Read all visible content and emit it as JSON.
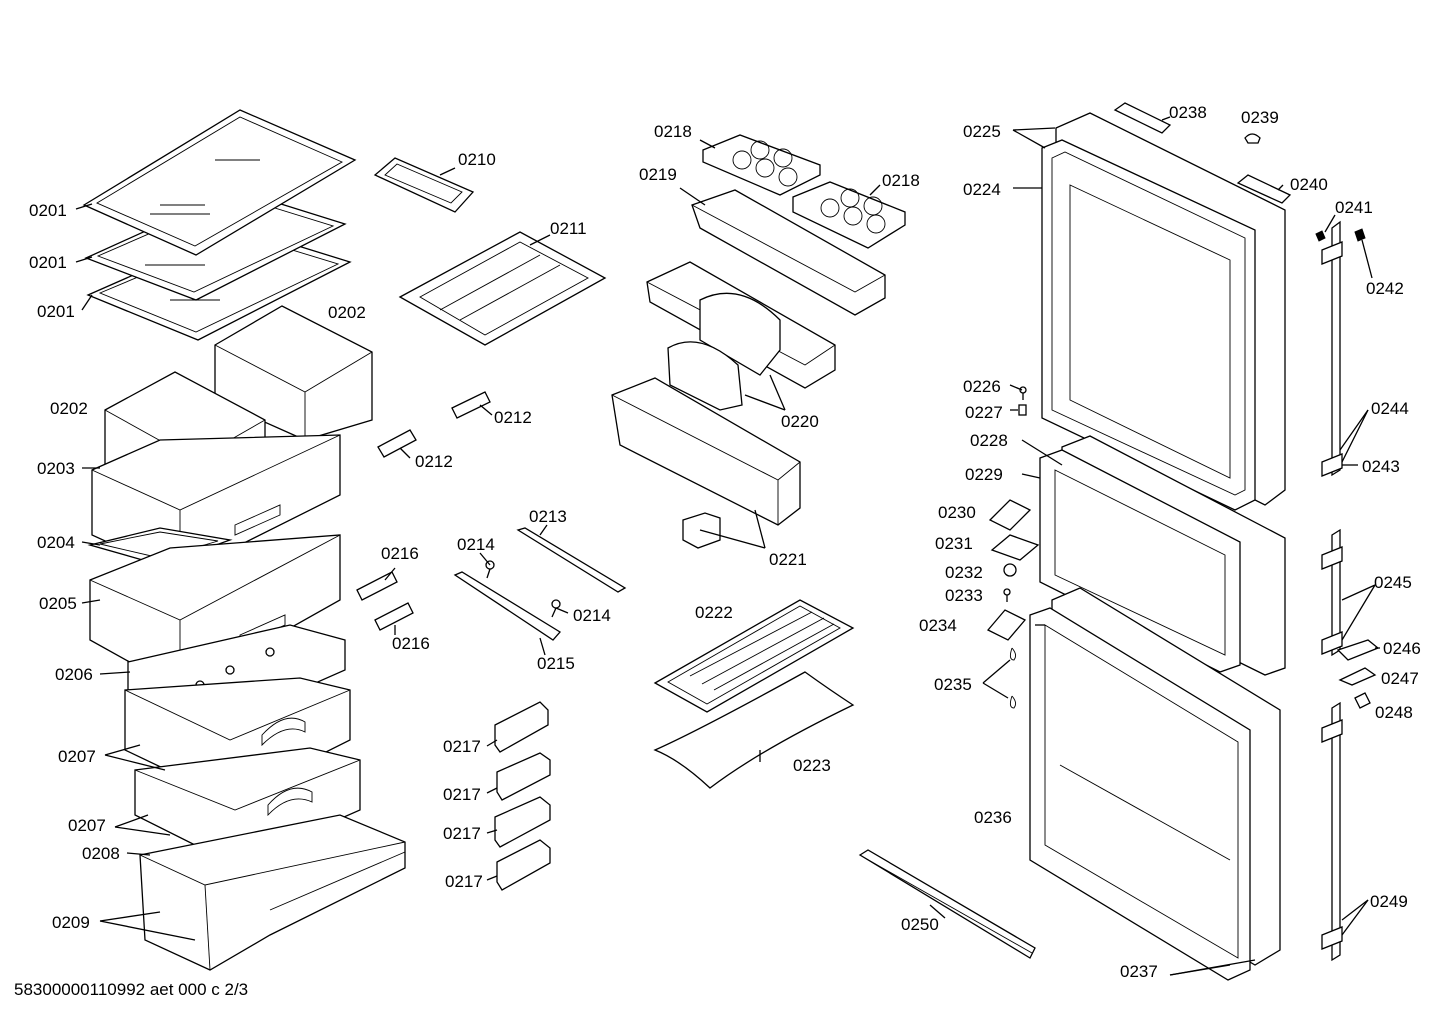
{
  "labels": [
    {
      "id": "l0201a",
      "text": "0201"
    },
    {
      "id": "l0201b",
      "text": "0201"
    },
    {
      "id": "l0201c",
      "text": "0201"
    },
    {
      "id": "l0202a",
      "text": "0202"
    },
    {
      "id": "l0202b",
      "text": "0202"
    },
    {
      "id": "l0203",
      "text": "0203"
    },
    {
      "id": "l0204",
      "text": "0204"
    },
    {
      "id": "l0205",
      "text": "0205"
    },
    {
      "id": "l0206",
      "text": "0206"
    },
    {
      "id": "l0207a",
      "text": "0207"
    },
    {
      "id": "l0207b",
      "text": "0207"
    },
    {
      "id": "l0208",
      "text": "0208"
    },
    {
      "id": "l0209",
      "text": "0209"
    },
    {
      "id": "l0210",
      "text": "0210"
    },
    {
      "id": "l0211",
      "text": "0211"
    },
    {
      "id": "l0212a",
      "text": "0212"
    },
    {
      "id": "l0212b",
      "text": "0212"
    },
    {
      "id": "l0213",
      "text": "0213"
    },
    {
      "id": "l0214a",
      "text": "0214"
    },
    {
      "id": "l0214b",
      "text": "0214"
    },
    {
      "id": "l0215",
      "text": "0215"
    },
    {
      "id": "l0216a",
      "text": "0216"
    },
    {
      "id": "l0216b",
      "text": "0216"
    },
    {
      "id": "l0217a",
      "text": "0217"
    },
    {
      "id": "l0217b",
      "text": "0217"
    },
    {
      "id": "l0217c",
      "text": "0217"
    },
    {
      "id": "l0217d",
      "text": "0217"
    },
    {
      "id": "l0218a",
      "text": "0218"
    },
    {
      "id": "l0218b",
      "text": "0218"
    },
    {
      "id": "l0219",
      "text": "0219"
    },
    {
      "id": "l0220",
      "text": "0220"
    },
    {
      "id": "l0221",
      "text": "0221"
    },
    {
      "id": "l0222",
      "text": "0222"
    },
    {
      "id": "l0223",
      "text": "0223"
    },
    {
      "id": "l0224",
      "text": "0224"
    },
    {
      "id": "l0225",
      "text": "0225"
    },
    {
      "id": "l0226",
      "text": "0226"
    },
    {
      "id": "l0227",
      "text": "0227"
    },
    {
      "id": "l0228",
      "text": "0228"
    },
    {
      "id": "l0229",
      "text": "0229"
    },
    {
      "id": "l0230",
      "text": "0230"
    },
    {
      "id": "l0231",
      "text": "0231"
    },
    {
      "id": "l0232",
      "text": "0232"
    },
    {
      "id": "l0233",
      "text": "0233"
    },
    {
      "id": "l0234",
      "text": "0234"
    },
    {
      "id": "l0235",
      "text": "0235"
    },
    {
      "id": "l0236",
      "text": "0236"
    },
    {
      "id": "l0237",
      "text": "0237"
    },
    {
      "id": "l0238",
      "text": "0238"
    },
    {
      "id": "l0239",
      "text": "0239"
    },
    {
      "id": "l0240",
      "text": "0240"
    },
    {
      "id": "l0241",
      "text": "0241"
    },
    {
      "id": "l0242",
      "text": "0242"
    },
    {
      "id": "l0243",
      "text": "0243"
    },
    {
      "id": "l0244",
      "text": "0244"
    },
    {
      "id": "l0245",
      "text": "0245"
    },
    {
      "id": "l0246",
      "text": "0246"
    },
    {
      "id": "l0247",
      "text": "0247"
    },
    {
      "id": "l0248",
      "text": "0248"
    },
    {
      "id": "l0249",
      "text": "0249"
    },
    {
      "id": "l0250",
      "text": "0250"
    }
  ],
  "footer": {
    "code": "58300000110992 aet 000 c 2/3"
  }
}
